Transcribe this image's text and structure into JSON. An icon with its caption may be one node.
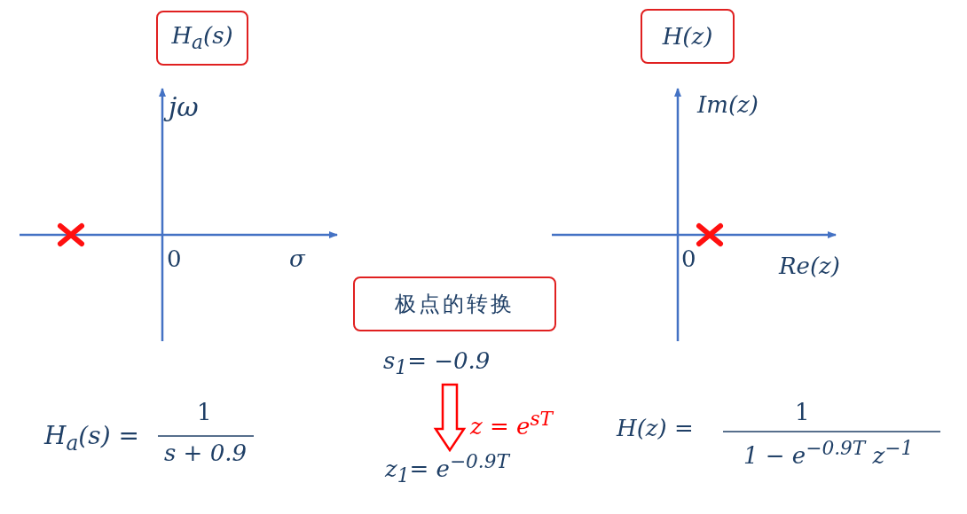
{
  "diagram": {
    "nodes": [
      {
        "text": [
          "H$_{a}$(s)"
        ]
      },
      {
        "text": [
          "H(z)"
        ]
      },
      {
        "text": [
          "极点的转换"
        ]
      },
      {
        "text": [
          "s$_{1}$= −0.9"
        ]
      },
      {
        "text": [
          "z$_{1}$= e$^{−0.9T}$"
        ]
      }
    ],
    "edges": [
      {
        "from": 3,
        "to": 4,
        "arrow": "to",
        "label": "z = e$^{sT}$",
        "style": "thick",
        "color": "#ff0000"
      }
    ],
    "labels": [
      "jω",
      "0",
      "σ",
      "Im(z)",
      "0",
      "Re(z)",
      "H$_{a}$(s) =",
      "1",
      "s + 0.9",
      "H(z) =",
      "1",
      "1 − e$^{−0.9T}$ z$^{−1}$"
    ]
  }
}
